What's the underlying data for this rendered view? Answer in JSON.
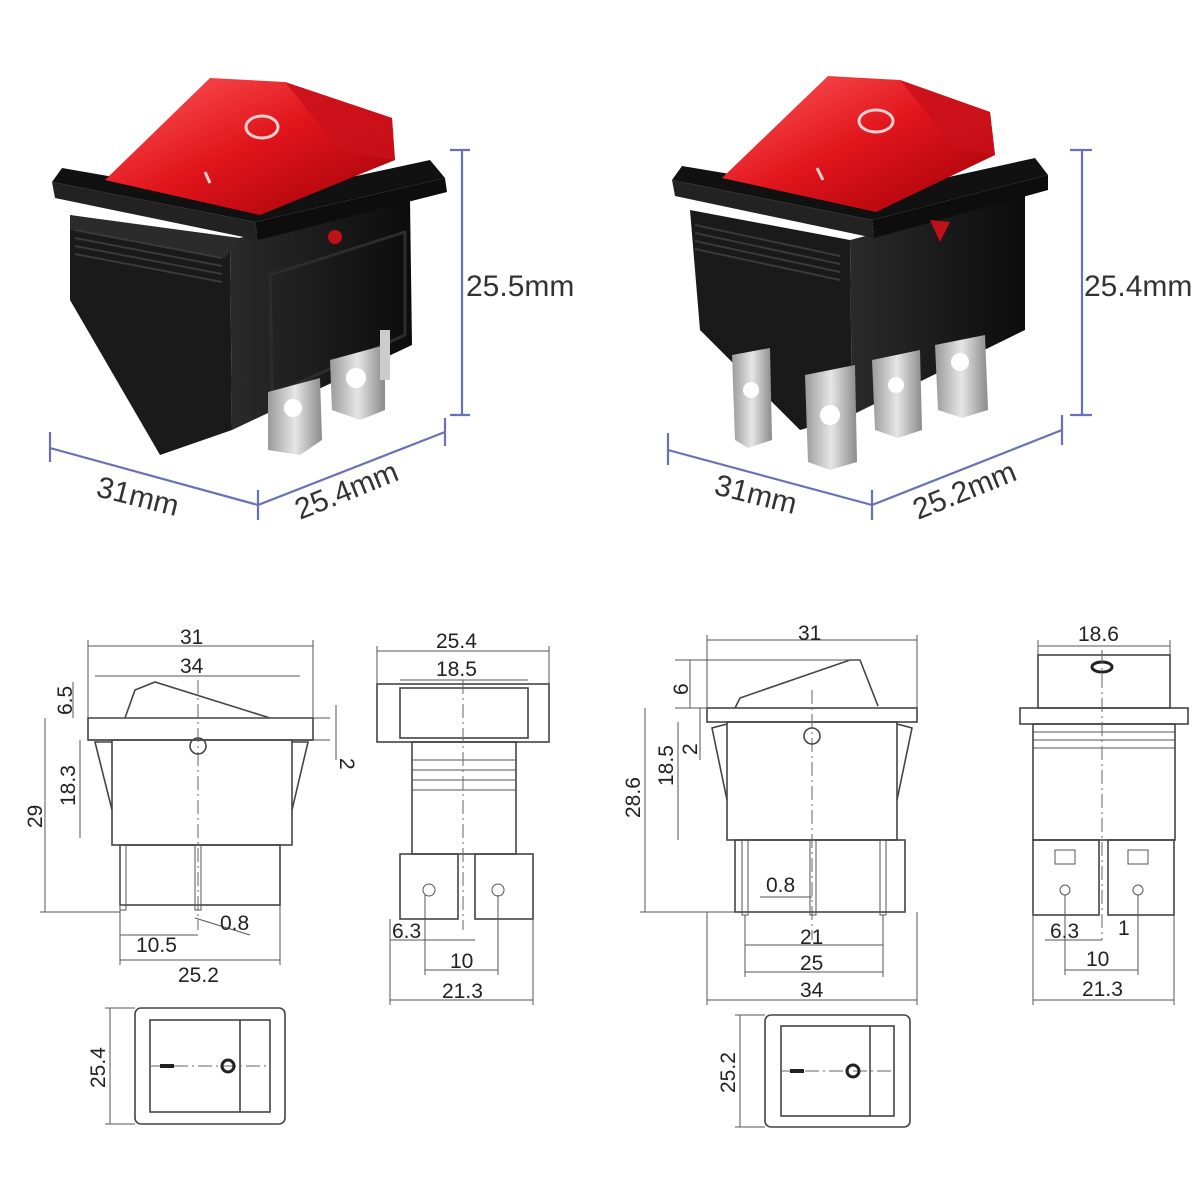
{
  "photos": {
    "left": {
      "height": "25.5mm",
      "width": "31mm",
      "depth": "25.4mm"
    },
    "right": {
      "height": "25.4mm",
      "width": "31mm",
      "depth": "25.2mm"
    }
  },
  "drawing_a": {
    "front": {
      "top_width": "31",
      "rocker_width": "34",
      "rocker_height": "6.5",
      "body_height": "18.3",
      "total_height": "29",
      "offset": "2",
      "pin_width": "0.8",
      "pin_offset": "10.5",
      "base_width": "25.2"
    },
    "side": {
      "width": "25.4",
      "inner_width": "18.5",
      "tab_width": "6.3",
      "pin_spacing": "10",
      "base_width": "21.3"
    },
    "bottom": {
      "height": "25.4"
    }
  },
  "drawing_b": {
    "front": {
      "top_width": "31",
      "rocker_height": "6",
      "body_height": "18.5",
      "offset": "2",
      "total_height": "28.6",
      "pin_width": "0.8",
      "pin_spacing": "21",
      "base_width": "25",
      "overall_width": "34"
    },
    "side": {
      "width": "18.6",
      "tab_width": "6.3",
      "gap": "1",
      "pin_spacing": "10",
      "base_width": "21.3"
    },
    "bottom": {
      "height": "25.2"
    }
  },
  "colors": {
    "rocker_red": "#e0141b",
    "body_black": "#151515",
    "terminal_silver": "#c9c9c9",
    "dimension_blue": "#6a70b8"
  }
}
